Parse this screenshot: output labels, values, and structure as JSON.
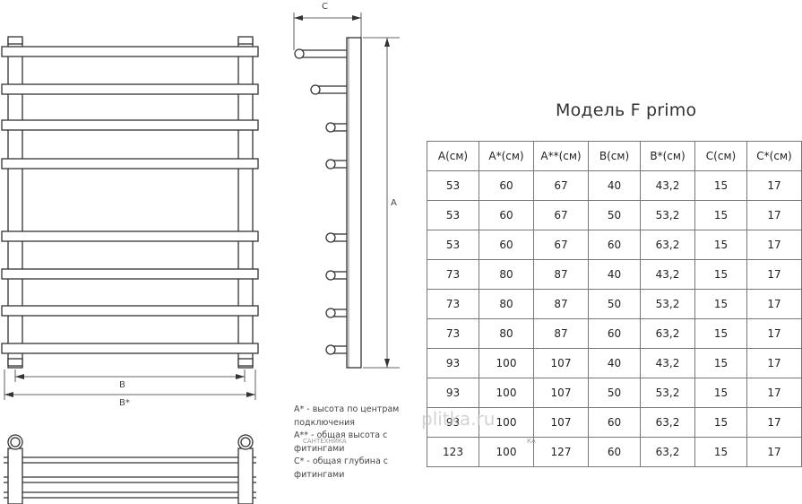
{
  "title": "Модель F primo",
  "dimensions": {
    "b": "B",
    "b_star": "B*",
    "c": "C",
    "a": "A"
  },
  "table": {
    "headers": [
      "А(см)",
      "А*(см)",
      "А**(см)",
      "В(см)",
      "В*(см)",
      "С(см)",
      "С*(см)"
    ],
    "rows": [
      [
        "53",
        "60",
        "67",
        "40",
        "43,2",
        "15",
        "17"
      ],
      [
        "53",
        "60",
        "67",
        "50",
        "53,2",
        "15",
        "17"
      ],
      [
        "53",
        "60",
        "67",
        "60",
        "63,2",
        "15",
        "17"
      ],
      [
        "73",
        "80",
        "87",
        "40",
        "43,2",
        "15",
        "17"
      ],
      [
        "73",
        "80",
        "87",
        "50",
        "53,2",
        "15",
        "17"
      ],
      [
        "73",
        "80",
        "87",
        "60",
        "63,2",
        "15",
        "17"
      ],
      [
        "93",
        "100",
        "107",
        "40",
        "43,2",
        "15",
        "17"
      ],
      [
        "93",
        "100",
        "107",
        "50",
        "53,2",
        "15",
        "17"
      ],
      [
        "93",
        "100",
        "107",
        "60",
        "63,2",
        "15",
        "17"
      ],
      [
        "123",
        "100",
        "127",
        "60",
        "63,2",
        "15",
        "17"
      ]
    ]
  },
  "notes": [
    "А* - высота по центрам подключения",
    "А** - общая высота с фитингами",
    "С* - общая глубина с фитингами"
  ],
  "watermark": {
    "main": "plitka.ru",
    "sub_left": "САНТЕХНИКА",
    "sub_right": "КА"
  }
}
